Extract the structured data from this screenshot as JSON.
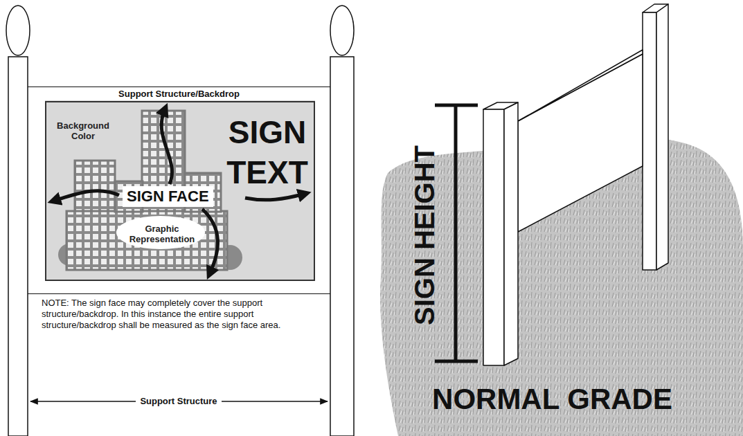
{
  "diagram": {
    "nodes": [
      {
        "text": [
          "Support Structure/Backdrop"
        ]
      },
      {
        "text": [
          "Background Color",
          "SIGN TEXT",
          "SIGN FACE",
          "Graphic Representation"
        ],
        "in": 0
      }
    ],
    "labels": [
      "NOTE: The sign face may completely cover the support structure/backdrop. In this instance the entire support structure/backdrop shall be measured as the sign face area.",
      "Support Structure",
      "SIGN HEIGHT",
      "NORMAL GRADE"
    ]
  }
}
